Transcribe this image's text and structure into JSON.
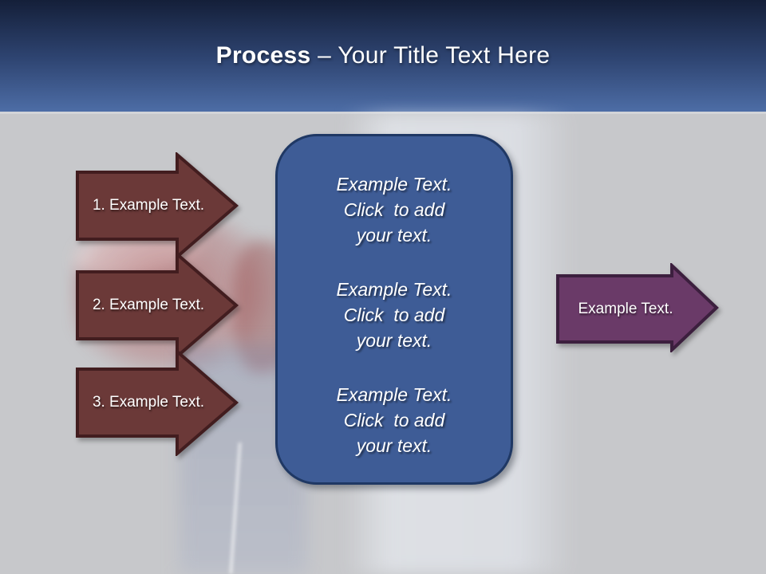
{
  "colors": {
    "header-top": "#141f39",
    "header-mid": "#2e4471",
    "header-bottom": "#4d6da6",
    "body-bg": "#c7c8cb",
    "maroon": "#6b3938",
    "maroon-border": "#421d1f",
    "blue-box": "#3e5c96",
    "blue-box-border": "#1f3864",
    "purple": "#6a3a68",
    "purple-border": "#3c1f3e"
  },
  "header": {
    "title_bold": "Process",
    "title_rest": " – Your Title Text Here"
  },
  "left_arrows": [
    {
      "label": "1. Example Text."
    },
    {
      "label": "2. Example Text."
    },
    {
      "label": "3. Example Text."
    }
  ],
  "center_box": {
    "blocks": [
      {
        "lines": [
          "Example Text.",
          "Click  to add",
          "your text."
        ]
      },
      {
        "lines": [
          "Example Text.",
          "Click  to add",
          "your text."
        ]
      },
      {
        "lines": [
          "Example Text.",
          "Click  to add",
          "your text."
        ]
      }
    ]
  },
  "right_arrow": {
    "label": "Example Text."
  }
}
